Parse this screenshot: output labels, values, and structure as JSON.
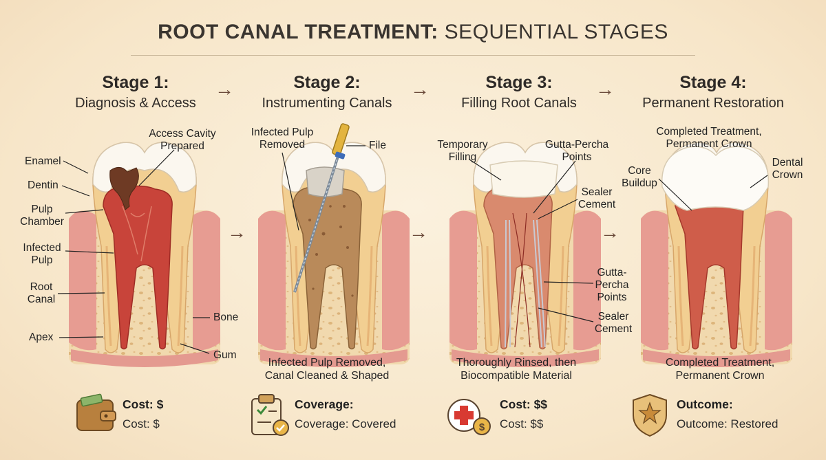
{
  "title": {
    "bold": "ROOT CANAL TREATMENT:",
    "light": "SEQUENTIAL STAGES"
  },
  "stages": [
    {
      "num": "Stage 1:",
      "name": "Diagnosis & Access"
    },
    {
      "num": "Stage 2:",
      "name": "Instrumenting Canals"
    },
    {
      "num": "Stage 3:",
      "name": "Filling Root Canals"
    },
    {
      "num": "Stage 4:",
      "name": "Permanent Restoration"
    }
  ],
  "labels": {
    "s1": {
      "access": [
        "Access Cavity",
        "Prepared"
      ],
      "enamel": "Enamel",
      "dentin": "Dentin",
      "pulp_chamber": [
        "Pulp",
        "Chamber"
      ],
      "infected_pulp": [
        "Infected",
        "Pulp"
      ],
      "root_canal": [
        "Root",
        "Canal"
      ],
      "apex": "Apex",
      "bone": "Bone",
      "gum": "Gum"
    },
    "s2": {
      "infected_removed": [
        "Infected Pulp",
        "Removed"
      ],
      "file": "File",
      "caption": [
        "Infected Pulp Removed,",
        "Canal Cleaned & Shaped"
      ]
    },
    "s3": {
      "temp_filling": [
        "Temporary",
        "Filling"
      ],
      "gp_points_top": [
        "Gutta-Percha",
        "Points"
      ],
      "sealer_top": [
        "Sealer",
        "Cement"
      ],
      "gp_points_bot": [
        "Gutta-",
        "Percha",
        "Points"
      ],
      "sealer_bot": [
        "Sealer",
        "Cement"
      ],
      "caption": [
        "Thoroughly Rinsed, then",
        "Biocompatible Material"
      ]
    },
    "s4": {
      "completed_top": [
        "Completed Treatment,",
        "Permanent Crown"
      ],
      "core": [
        "Core",
        "Buildup"
      ],
      "crown": [
        "Dental",
        "Crown"
      ],
      "caption": [
        "Completed Treatment,",
        "Permanent Crown"
      ]
    }
  },
  "info": [
    {
      "icon": "wallet-icon",
      "heading": "Cost: $",
      "value": "Cost: $"
    },
    {
      "icon": "clipboard-check-icon",
      "heading": "Coverage:",
      "value": "Coverage: Covered"
    },
    {
      "icon": "medical-cost-icon",
      "heading": "Cost: $$",
      "value": "Cost: $$"
    },
    {
      "icon": "shield-star-icon",
      "heading": "Outcome:",
      "value": "Outcome: Restored"
    }
  ],
  "arrows": [
    "→",
    "→",
    "→",
    "→",
    "→",
    "→"
  ],
  "colors": {
    "enamel": "#fbf7ef",
    "dentin": "#f2cf92",
    "pulp": "#c8443a",
    "gum": "#e79c92",
    "bone": "#f1d9ae",
    "arrow": "#6a4a3a"
  }
}
